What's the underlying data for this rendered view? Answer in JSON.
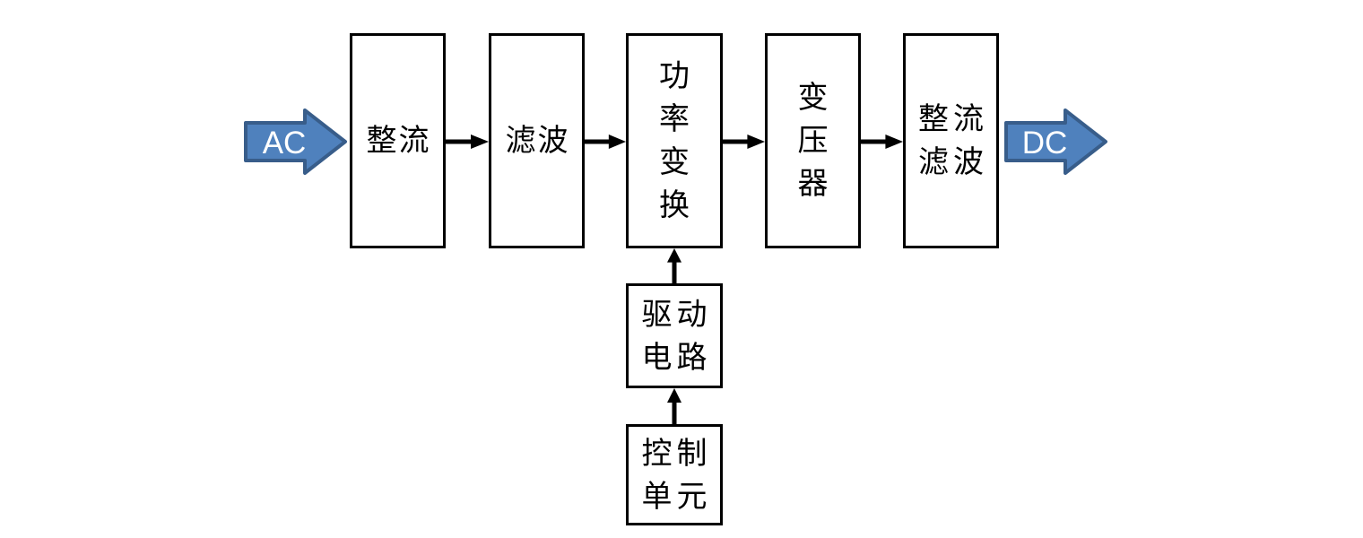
{
  "diagram": {
    "input_label": "AC",
    "output_label": "DC",
    "flow_boxes": [
      {
        "name": "rectifier",
        "label": "整流"
      },
      {
        "name": "filter",
        "label": "滤波"
      },
      {
        "name": "power-conversion",
        "label": "功率\n变换"
      },
      {
        "name": "transformer",
        "label": "变压\n器"
      },
      {
        "name": "rectifier-filter",
        "label": "整流\n滤波"
      }
    ],
    "control_chain": [
      {
        "name": "drive-circuit",
        "label": "驱动\n电路"
      },
      {
        "name": "control-unit",
        "label": "控制\n单元"
      }
    ],
    "colors": {
      "block_arrow_fill": "#4f81bd",
      "block_arrow_stroke": "#385d8a",
      "connector_color": "#000000",
      "box_border": "#000000",
      "background": "#ffffff"
    }
  }
}
